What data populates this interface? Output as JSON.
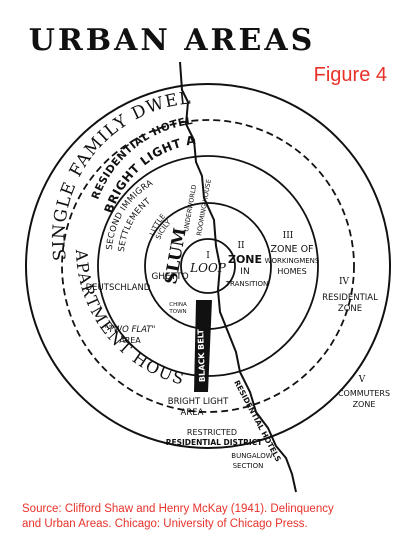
{
  "title": "URBAN AREAS",
  "figure_label": "Figure 4",
  "zones": {
    "loop_numeral": "I",
    "loop": "LOOP",
    "zone2_numeral": "II",
    "zone2_line1": "ZONE",
    "zone2_line2": "IN",
    "zone2_line3": "TRANSITION",
    "zone3_numeral": "III",
    "zone3_line1": "ZONE OF",
    "zone3_line2": "WORKINGMENS",
    "zone3_line3": "HOMES",
    "zone4_numeral": "IV",
    "zone4_line1": "RESIDENTIAL",
    "zone4_line2": "ZONE",
    "zone5_numeral": "V",
    "zone5_line1": "COMMUTERS",
    "zone5_line2": "ZONE"
  },
  "areas": {
    "single_family": "SINGLE FAMILY DWELLINGS",
    "residential_hotels": "RESIDENTIAL HOTELS",
    "bright_light_top": "BRIGHT LIGHT AREA",
    "apartment_houses": "APARTMENT HOUSES",
    "second_immigrant_1": "SECOND IMMIGRANT",
    "second_immigrant_2": "SETTLEMENT",
    "little_sicily_1": "LITTLE",
    "little_sicily_2": "SICILY",
    "underworld": "UNDERWORLD",
    "rooming_house": "ROOMING HOUSE",
    "slum": "SLUM",
    "deutschland": "DEUTSCHLAND",
    "ghetto": "GHETTO",
    "chinatown_1": "CHINA",
    "chinatown_2": "TOWN",
    "two_flat_1": "\"TWO FLAT\"",
    "two_flat_2": "AREA",
    "black_belt": "BLACK BELT",
    "bright_light_bottom_1": "BRIGHT LIGHT",
    "bright_light_bottom_2": "AREA",
    "residential_hotels_bottom": "RESIDENTIAL HOTELS",
    "restricted_1": "RESTRICTED",
    "restricted_2": "RESIDENTIAL DISTRICT",
    "bungalow_1": "BUNGALOW",
    "bungalow_2": "SECTION"
  },
  "source_line1": "Source: Clifford Shaw and Henry McKay (1941). Delinquency",
  "source_line2": "and Urban Areas. Chicago: University of Chicago Press.",
  "colors": {
    "ink": "#111111",
    "accent": "#e8322a",
    "background": "#ffffff"
  }
}
